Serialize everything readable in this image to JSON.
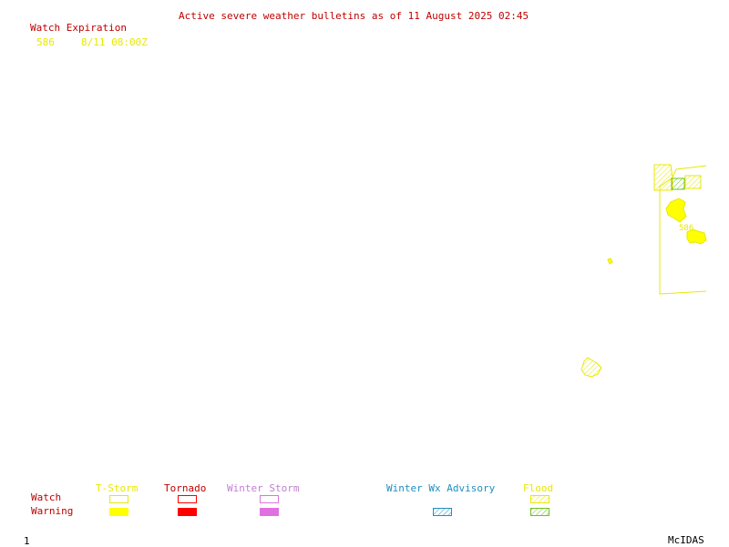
{
  "header": {
    "title": "Active severe weather bulletins as of 11 August 2025 02:45",
    "watch_expiration_label": "Watch Expiration",
    "watches": [
      {
        "number": "586",
        "expiration": "8/11 08:00Z"
      }
    ]
  },
  "map": {
    "watch_box_label": "586"
  },
  "legend": {
    "row_watch": "Watch",
    "row_warning": "Warning",
    "columns": [
      {
        "label": "T-Storm",
        "color": "#e8e800"
      },
      {
        "label": "Tornado",
        "color": "#ff0000"
      },
      {
        "label": "Winter Storm",
        "color": "#e070e0"
      },
      {
        "label": "Winter Wx Advisory",
        "color": "#2090c0"
      },
      {
        "label": "Flood",
        "color": "#70c020"
      }
    ]
  },
  "footer": {
    "frame_number": "1",
    "brand": "McIDAS"
  },
  "colors": {
    "title": "#c00000",
    "tstorm": "#ffff00",
    "tornado": "#ff0000",
    "winter_storm": "#e070e0",
    "winter_advisory": "#2090c0",
    "flood": "#70c020"
  }
}
